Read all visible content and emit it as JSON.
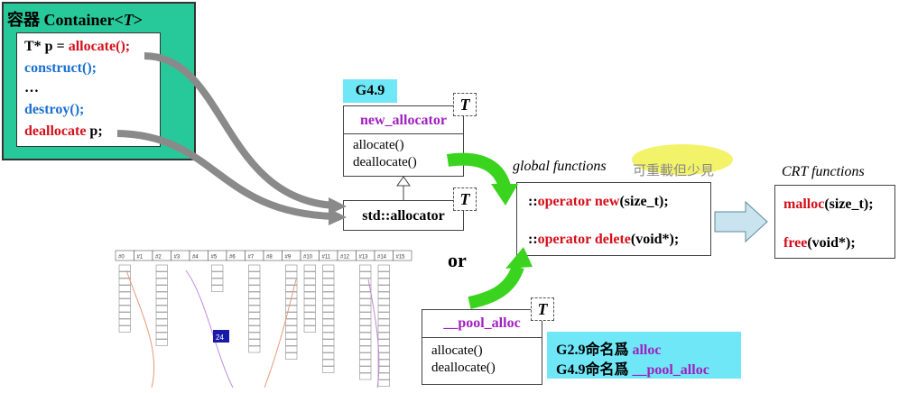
{
  "container": {
    "title_prefix": "容器 Container<",
    "title_T": "T",
    "title_suffix": ">",
    "line1_a": "T* p = ",
    "line1_b": "allocate();",
    "line2": "construct();",
    "line3": "…",
    "line4": "destroy();",
    "line5_a": "deallocate",
    "line5_b": " p;"
  },
  "g49_label": "G4.9",
  "new_allocator": {
    "name": "new_allocator",
    "template": "T",
    "methods": [
      "allocate()",
      "deallocate()"
    ]
  },
  "std_allocator": {
    "name": "std::allocator",
    "template": "T"
  },
  "pool_alloc": {
    "name": "__pool_alloc",
    "template": "T",
    "methods": [
      "allocate()",
      "deallocate()"
    ]
  },
  "or_label": "or",
  "global_functions": {
    "label": "global functions",
    "note": "可重載但少見",
    "op_new_a": "::",
    "op_new_b": "operator new",
    "op_new_c": "(size_t);",
    "op_delete_a": "::",
    "op_delete_b": "operator delete",
    "op_delete_c": "(void*);"
  },
  "crt": {
    "label": "CRT functions",
    "malloc_a": "malloc",
    "malloc_b": "(size_t);",
    "free_a": "free",
    "free_b": "(void*);"
  },
  "naming_note": {
    "line1_a": "G2.9命名爲 ",
    "line1_b": "alloc",
    "line2_a": "G4.9命名爲 ",
    "line2_b": "__pool_alloc"
  },
  "pool_diagram": {
    "headers": [
      "#0",
      "#1",
      "#2",
      "#3",
      "#4",
      "#5",
      "#6",
      "#7",
      "#8",
      "#9",
      "#10",
      "#11",
      "#12",
      "#13",
      "#14",
      "#15"
    ],
    "block_label": "24"
  },
  "colors": {
    "container_bg": "#27c99a",
    "cyan": "#6fe7f7",
    "red": "#d4101a",
    "blue": "#1a6fd0",
    "purple": "#a020c0",
    "green_arrow": "#3ad41f",
    "gray_arrow": "#8a8a8a",
    "highlight": "#f3f36a"
  }
}
